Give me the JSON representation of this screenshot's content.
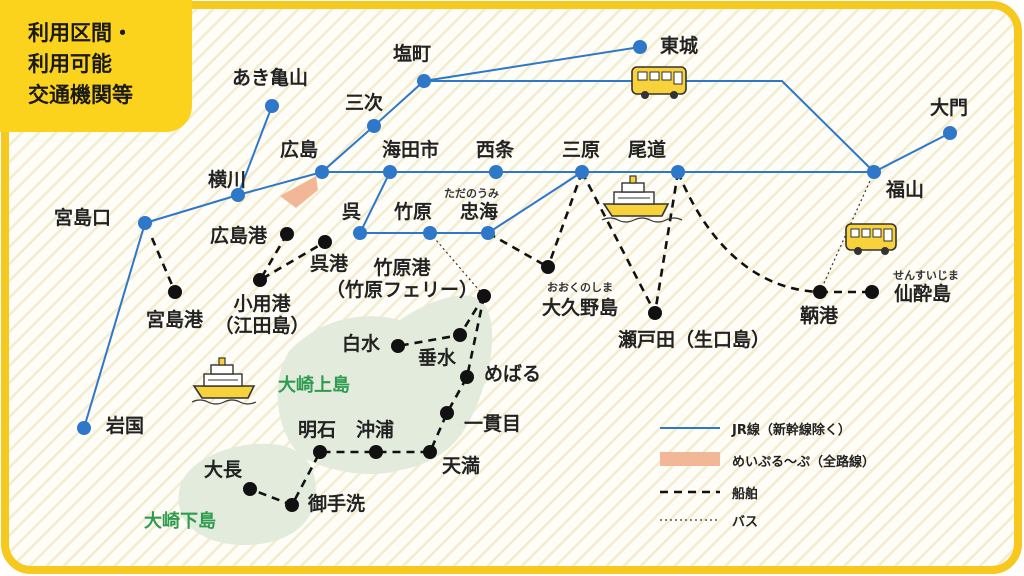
{
  "title": {
    "lines": [
      "利用区間・",
      "利用可能",
      "交通機関等"
    ]
  },
  "colors": {
    "jr": "#2e77c9",
    "ship": "#111111",
    "frame": "#f7c81d",
    "hatch": "#f6f1d8",
    "island": "#e2ebdc",
    "island_label": "#2e9b4e",
    "meipuru": "#f2b796"
  },
  "islands": {
    "upper": "大崎上島",
    "lower": "大崎下島"
  },
  "stations": {
    "miyajimaguchi": "宮島口",
    "iwakuni": "岩国",
    "yokogawa": "横川",
    "akikameyama": "あき亀山",
    "hiroshima": "広島",
    "sanji": "三次",
    "shiomachi": "塩町",
    "tojo": "東城",
    "kaitaichi": "海田市",
    "saijo": "西条",
    "mihara": "三原",
    "onomichi": "尾道",
    "fukuyama": "福山",
    "daimon": "大門",
    "kure": "呉",
    "takehara": "竹原",
    "tadanoumi": "忠海",
    "tadanoumi_ruby": "ただのうみ"
  },
  "ports": {
    "miyajima": "宮島港",
    "hiroshima_port": "広島港",
    "kure_port": "呉港",
    "koyo_line1": "小用港",
    "koyo_line2": "（江田島）",
    "takehara_port_line1": "竹原港",
    "takehara_port_line2": "（竹原フェリー）",
    "okunoshima": "大久野島",
    "okunoshima_ruby": "おおくのしま",
    "setoda": "瀬戸田（生口島）",
    "tomonoura": "鞆港",
    "sensuijima": "仙酔島",
    "sensuijima_ruby": "せんすいじま",
    "shiromizu": "白水",
    "tarumi": "垂水",
    "mebaru": "めばる",
    "ikkanme": "一貫目",
    "akashi": "明石",
    "okiura": "沖浦",
    "tenma": "天満",
    "ocho": "大長",
    "mitarai": "御手洗"
  },
  "legend": {
    "jr": "JR線（新幹線除く）",
    "meipuru": "めいぷる〜ぷ（全路線）",
    "ship": "船舶",
    "bus": "バス"
  },
  "icons": [
    "bus-icon",
    "ferry-icon"
  ]
}
